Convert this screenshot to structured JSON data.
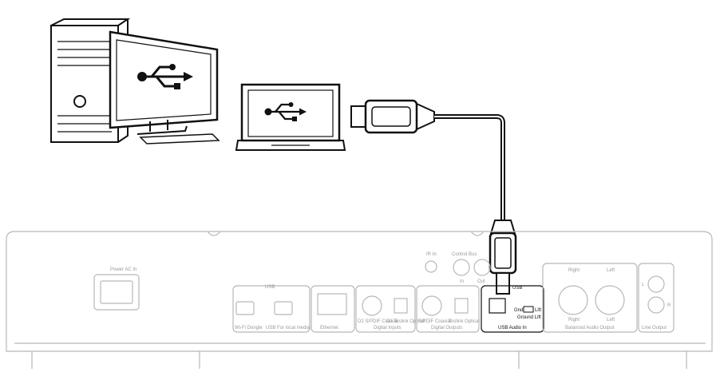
{
  "diagram": {
    "title": "USB Audio In connection",
    "devices": [
      "desktop-computer",
      "laptop",
      "usb-cable",
      "audio-streamer-rear-panel"
    ],
    "panel_labels": {
      "power": "Power AC In",
      "ir": "IR In",
      "control_bus": "Control Bus",
      "control_in": "In",
      "control_out": "Out",
      "usb_group": "USB",
      "wifi": "Wi-Fi Dongle",
      "usb_media": "USB For local media",
      "ethernet": "Ethernet",
      "digital_inputs": "Digital Inputs",
      "d2": "D2 S/PDIF Coaxial",
      "d1": "D1 Toslink Optical",
      "digital_outputs": "Digital Outputs",
      "spdif_out": "S/PDIF Coaxial",
      "toslink_out": "Toslink Optical",
      "usb_audio_group": "USB",
      "usb_audio_in": "USB Audio In",
      "gnd": "Gnd",
      "lift": "Lift",
      "ground_lift": "Ground Lift",
      "balanced_output": "Balanced Audio Output",
      "right": "Right",
      "left": "Left",
      "line_output": "Line Output",
      "l": "L",
      "r": "R"
    },
    "icons": [
      "usb-icon"
    ]
  }
}
